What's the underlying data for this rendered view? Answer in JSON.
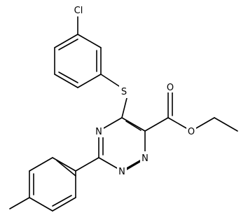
{
  "diagram": {
    "type": "chemical-structure",
    "background": "#ffffff",
    "line_color": "#000000",
    "atoms": [
      {
        "id": "Cl",
        "label": "Cl"
      },
      {
        "id": "S",
        "label": "S"
      },
      {
        "id": "O1",
        "label": "O"
      },
      {
        "id": "O2",
        "label": "O"
      },
      {
        "id": "N4",
        "label": "N"
      },
      {
        "id": "N1",
        "label": "N"
      },
      {
        "id": "N2",
        "label": "N"
      }
    ]
  }
}
